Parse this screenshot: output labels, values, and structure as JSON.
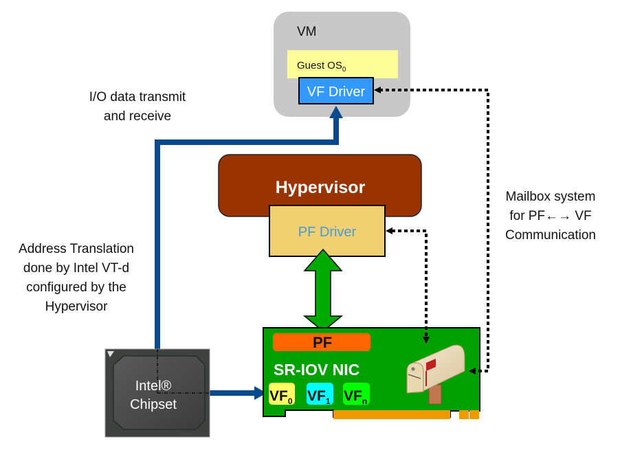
{
  "vm": {
    "title": "VM",
    "guest_os": {
      "label": "Guest OS",
      "subscript": "0"
    },
    "vf_driver": "VF Driver"
  },
  "hypervisor": {
    "title": "Hypervisor",
    "pf_driver": "PF Driver"
  },
  "nic": {
    "pf_label": "PF",
    "title": "SR-IOV NIC",
    "vfs": [
      {
        "label": "VF",
        "subscript": "0",
        "color": "#ffff66"
      },
      {
        "label": "VF",
        "subscript": "1",
        "color": "#00ffff"
      },
      {
        "label": "VF",
        "subscript": "n",
        "color": "#00ff00"
      }
    ]
  },
  "chipset": {
    "line1": "Intel®",
    "line2": "Chipset"
  },
  "annotations": {
    "io_data": [
      "I/O data transmit",
      "and receive"
    ],
    "address_translation": [
      "Address Translation",
      "done by Intel VT-d",
      "configured by the",
      "Hypervisor"
    ],
    "mailbox": [
      "Mailbox system",
      "for PF←→ VF",
      "Communication"
    ]
  },
  "colors": {
    "vm_bg": "#c8c8c8",
    "guest_os_bg": "#ffff99",
    "vf_driver_bg": "#3399ff",
    "hypervisor_bg": "#993300",
    "pf_driver_bg": "#f0d070",
    "pf_driver_text": "#4a9bd8",
    "nic_bg": "#00a000",
    "pf_bar": "#ff6600",
    "io_path": "#0a4a8c",
    "green_arrow": "#00aa00",
    "connector": "#ee9900"
  }
}
